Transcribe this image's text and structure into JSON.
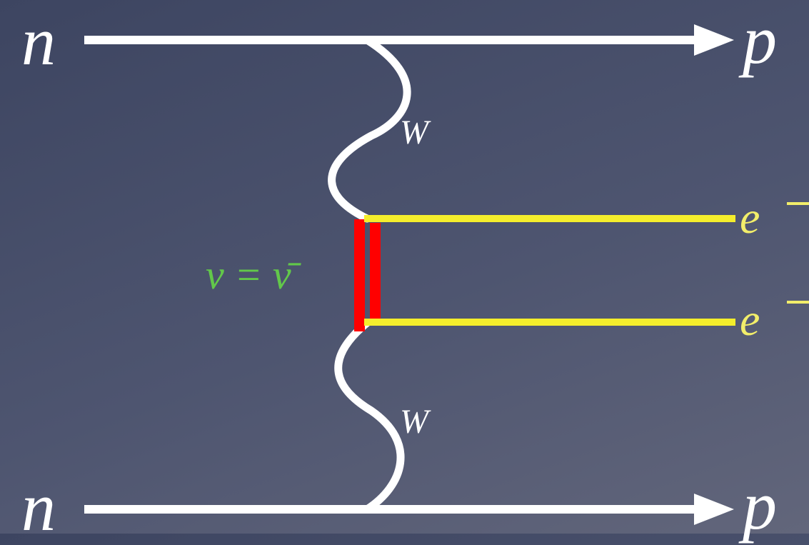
{
  "particles": {
    "top_in": "n",
    "top_out": "p",
    "bottom_in": "n",
    "bottom_out": "p",
    "boson_top": "W",
    "boson_bottom": "W",
    "electron_top": "e",
    "electron_bottom": "e",
    "neutrino_label": "ν = ν̄"
  },
  "colors": {
    "nucleon_line": "#ffffff",
    "boson_line": "#ffffff",
    "electron_line": "#f5ee2c",
    "electron_label": "#f2ee6a",
    "neutrino_line": "#ff0000",
    "neutrino_label": "#62c84a"
  }
}
